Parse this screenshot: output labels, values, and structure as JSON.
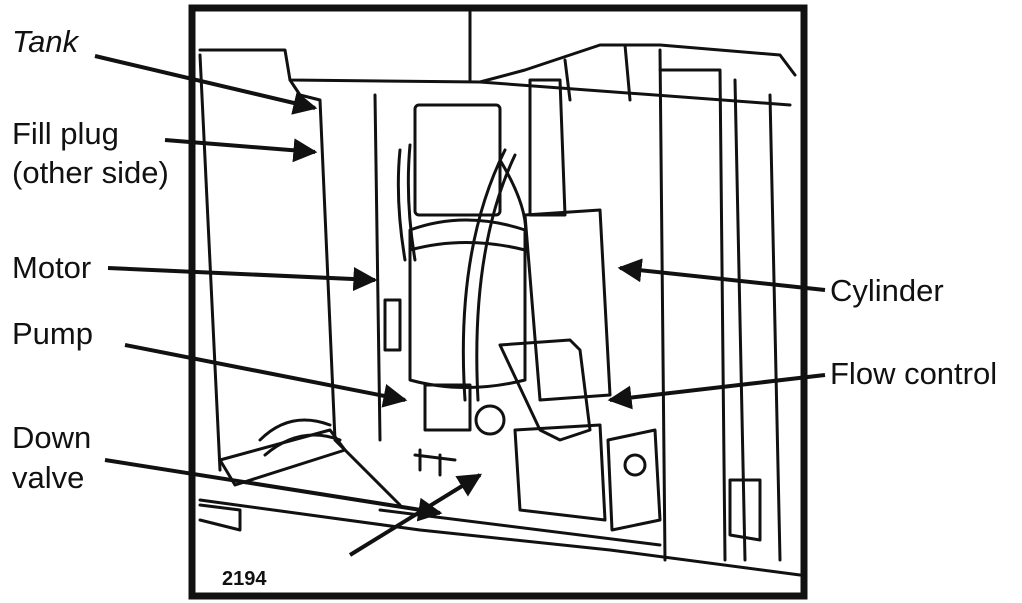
{
  "labels": {
    "tank": "Tank",
    "fill_plug_1": "Fill plug",
    "fill_plug_2": "(other side)",
    "motor": "Motor",
    "pump": "Pump",
    "down_valve_1": "Down",
    "down_valve_2": "valve",
    "cylinder": "Cylinder",
    "flow_control": "Flow control"
  },
  "figure_number": "2194",
  "colors": {
    "ink": "#111111",
    "paper": "#ffffff"
  }
}
